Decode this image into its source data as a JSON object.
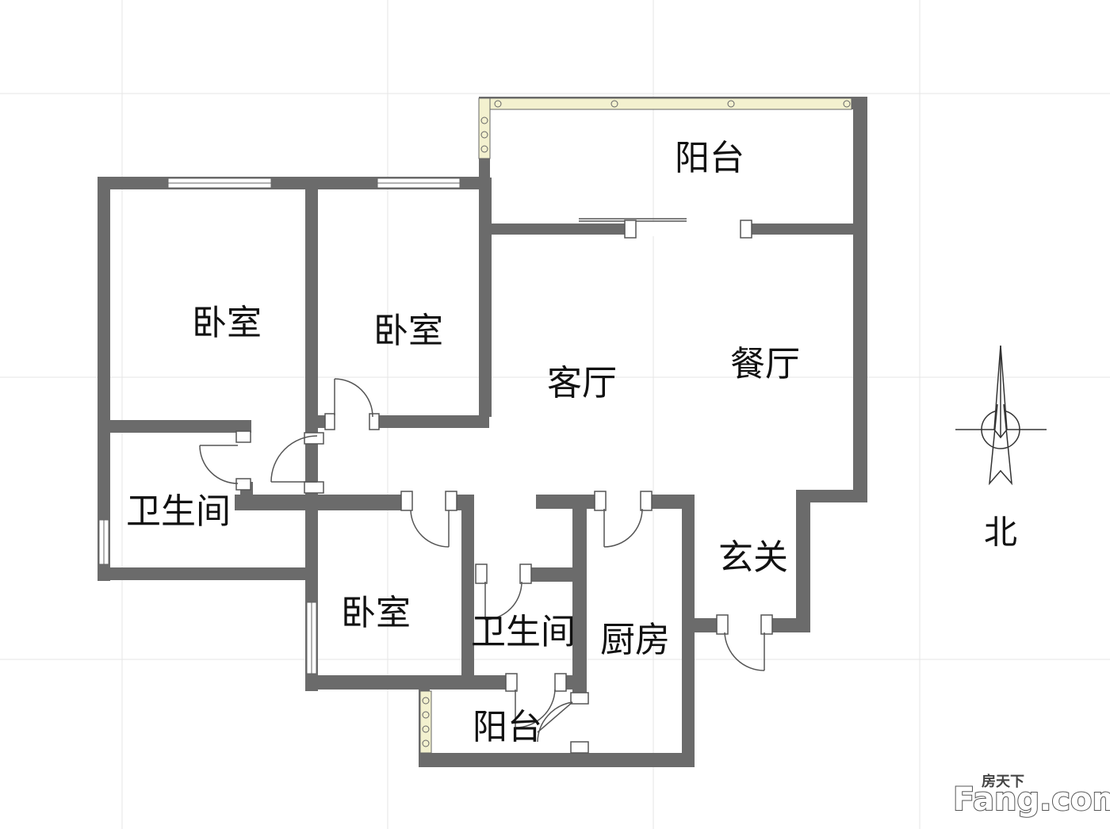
{
  "rooms": {
    "balcony_north": "阳台",
    "bedroom_nw": "卧室",
    "bedroom_n": "卧室",
    "living_room": "客厅",
    "dining_room": "餐厅",
    "bathroom_w": "卫生间",
    "bedroom_s": "卧室",
    "bathroom_s": "卫生间",
    "kitchen": "厨房",
    "entrance": "玄关",
    "balcony_south": "阳台"
  },
  "compass": {
    "label": "北"
  },
  "watermark": {
    "brand_top": "房天下",
    "brand_main": "Fang.com"
  },
  "colors": {
    "wall": "#6b6b6b",
    "balcony_rail": "#f3f1cf",
    "window": "#ffffff",
    "grid": "#e6e6e6"
  }
}
